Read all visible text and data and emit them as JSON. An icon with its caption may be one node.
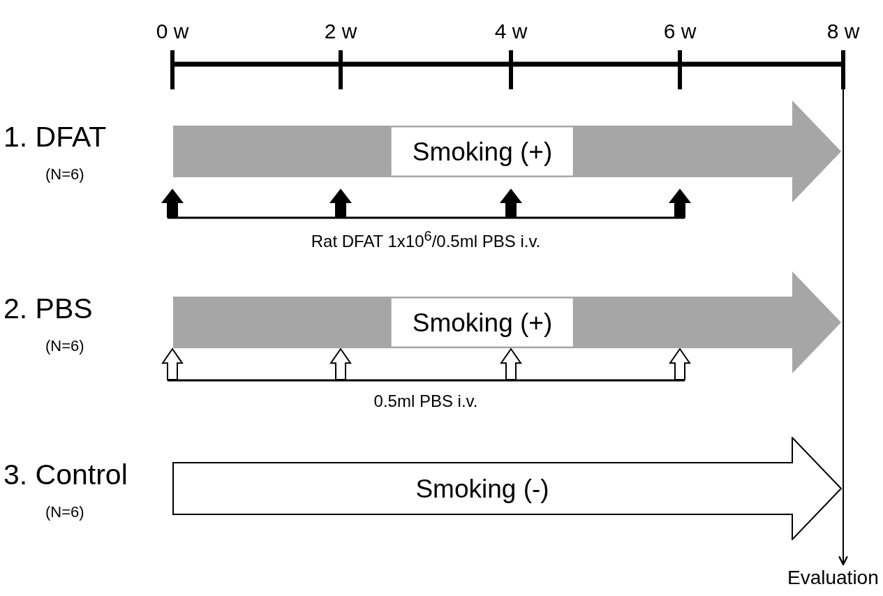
{
  "diagram": {
    "nodes": [
      {
        "text": [
          "Smoking (+)"
        ]
      },
      {
        "text": [
          "Smoking (+)"
        ]
      },
      {
        "text": [
          "Smoking (-)"
        ]
      },
      {
        "text": [
          "Evaluation"
        ]
      }
    ],
    "edges": [
      {
        "from": null,
        "to": 3,
        "arrow": "to"
      }
    ],
    "labels": [
      "0 w",
      "2 w",
      "4 w",
      "6 w",
      "8 w",
      "1. DFAT",
      "(N=6)",
      "Rat DFAT 1x10$^{6}$/0.5ml PBS i.v.",
      "2. PBS",
      "(N=6)",
      "0.5ml PBS i.v.",
      "3. Control",
      "(N=6)"
    ]
  }
}
